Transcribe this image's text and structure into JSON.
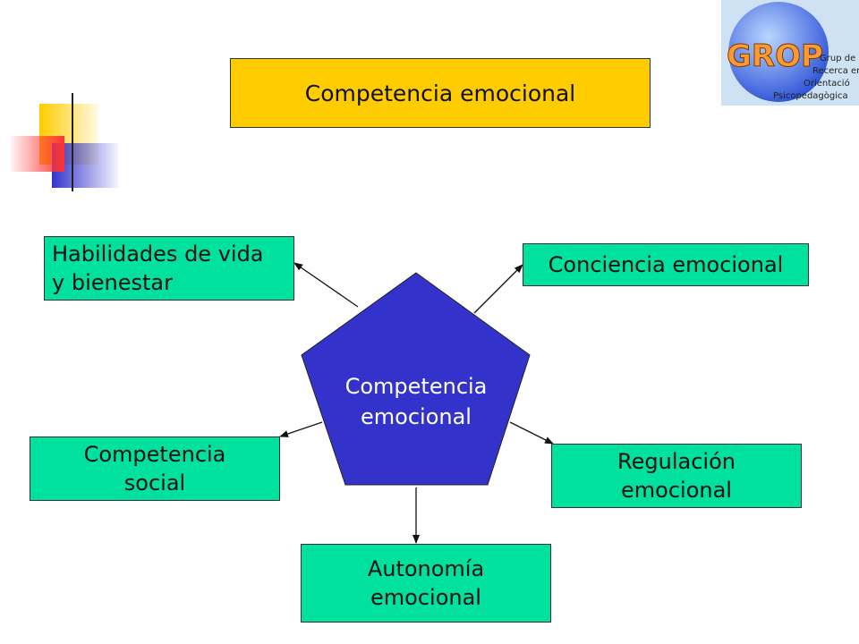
{
  "title": "Competencia emocional",
  "center": "Competencia\nemocional",
  "nodes": {
    "habilidades": "Habilidades de vida\ny bienestar",
    "conciencia": "Conciencia emocional",
    "social": "Competencia\nsocial",
    "regulacion": "Regulación\nemocional",
    "autonomia": "Autonomía\nemocional"
  },
  "logo": {
    "main": "GROP",
    "lines": [
      "Grup de",
      "Recerca en",
      "Orientació",
      "Psicopedagògica"
    ]
  },
  "colors": {
    "title_fill": "#ffcc00",
    "node_fill": "#00e09e",
    "pentagon_fill": "#3333cc",
    "logo_bg": "#cfe2f3",
    "deco_yellow": "#ffcc00",
    "deco_red": "#ff4444",
    "deco_blue": "#3333cc"
  }
}
